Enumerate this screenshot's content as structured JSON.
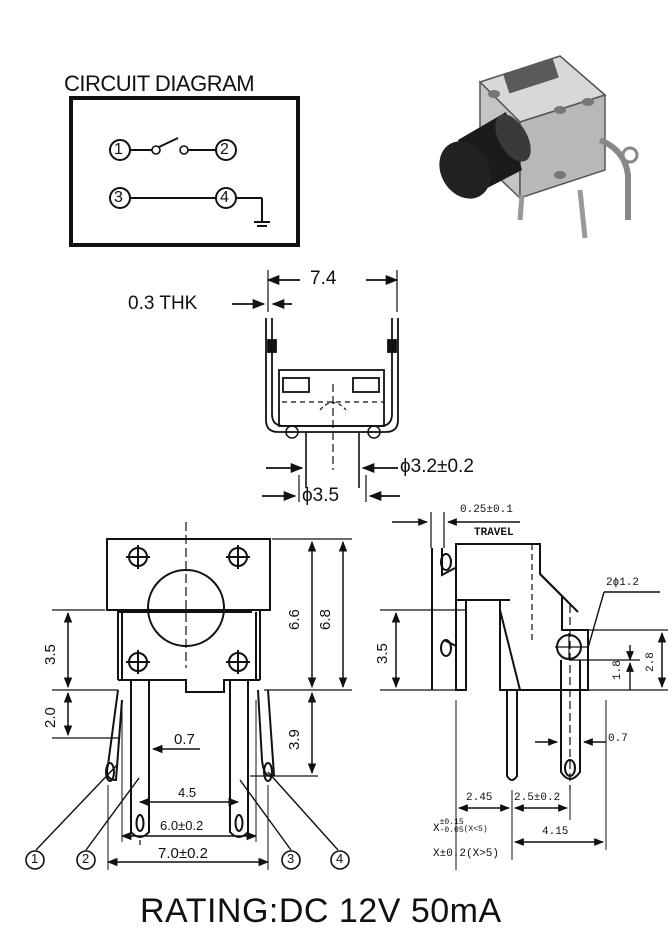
{
  "circuit": {
    "title": "CIRCUIT DIAGRAM",
    "pins": [
      "1",
      "2",
      "3",
      "4"
    ]
  },
  "top_view": {
    "width": "7.4",
    "thickness": "0.3 THK",
    "shaft_dia": "ϕ3.2±0.2",
    "hole_dia": "ϕ3.5"
  },
  "front_view": {
    "d_3_5": "3.5",
    "d_2_0": "2.0",
    "d_6_6": "6.6",
    "d_6_8": "6.8",
    "d_3_9": "3.9",
    "d_0_7": "0.7",
    "d_4_5": "4.5",
    "d_6_0": "6.0±0.2",
    "d_7_0": "7.0±0.2",
    "pin_labels": [
      "1",
      "2",
      "3",
      "4"
    ]
  },
  "side_view": {
    "travel_value": "0.25±0.1",
    "travel_label": "TRAVEL",
    "hole": "2ϕ1.2",
    "d_3_5": "3.5",
    "d_1_8": "1.8",
    "d_2_8": "2.8",
    "d_0_7": "0.7",
    "d_2_45": "2.45",
    "d_2_5": "2.5±0.2",
    "d_4_15": "4.15",
    "tol_small_base": "X",
    "tol_small_sup": "±0.15",
    "tol_small_sub": "-0.05",
    "tol_small_cond": "(X<5)",
    "tol_large": "X±0.2(X>5)"
  },
  "rating": "RATING:DC 12V 50mA",
  "colors": {
    "ink": "#111111",
    "background": "#ffffff"
  }
}
